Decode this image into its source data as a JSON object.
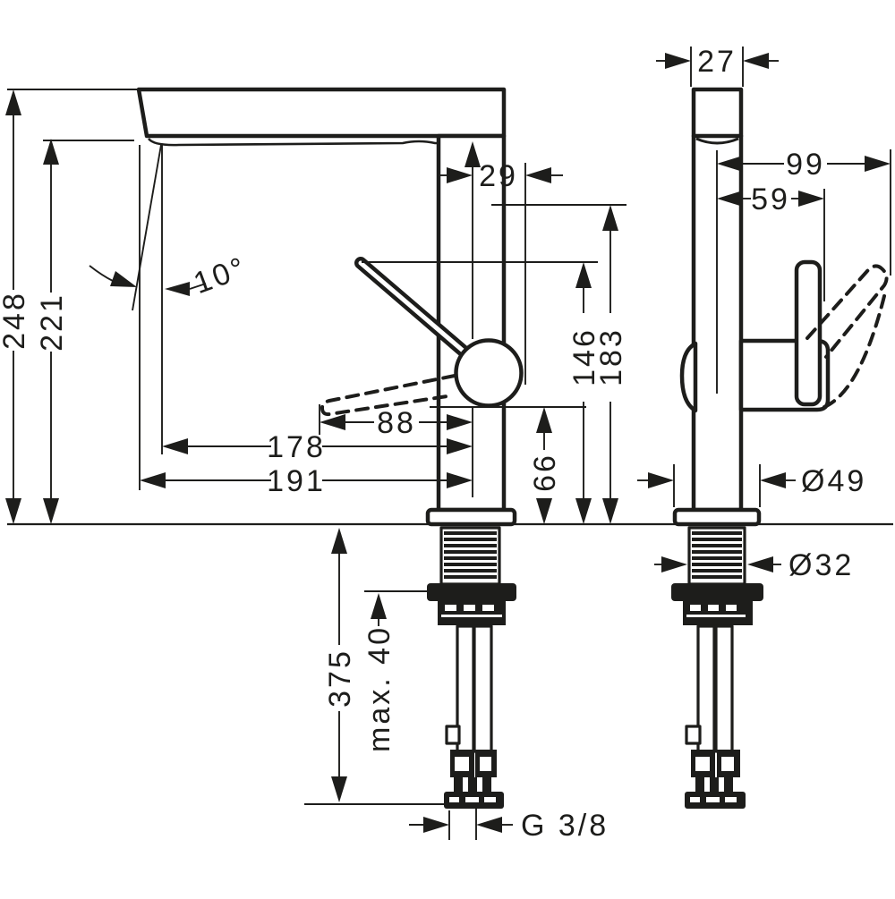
{
  "drawing": {
    "background_color": "#ffffff",
    "line_color": "#1d1d1b",
    "dimensions": {
      "total_height": "248",
      "spout_height": "221",
      "spout_angle": "10°",
      "outlet_offset": "29",
      "handle_up_height": "183",
      "handle_tilt_height": "146",
      "handle_clearance": "66",
      "handle_down_reach": "88",
      "spout_reach_lower": "178",
      "spout_reach": "191",
      "body_width": "27",
      "handle_reach": "99",
      "handle_offset": "59",
      "base_diameter": "Ø49",
      "shank_diameter": "Ø32",
      "hose_length": "375",
      "max_counter_thickness": "max. 40",
      "connection_thread": "G 3/8"
    }
  }
}
